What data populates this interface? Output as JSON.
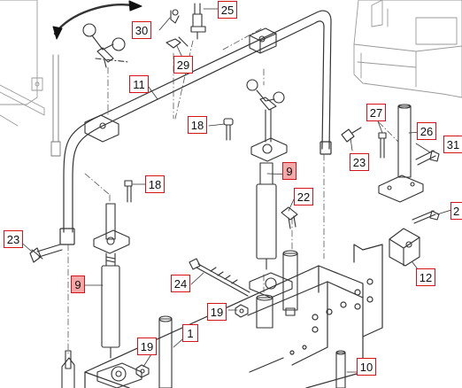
{
  "callouts": {
    "c1": "1",
    "c9a": "9",
    "c9b": "9",
    "c10": "10",
    "c11": "11",
    "c12": "12",
    "c18a": "18",
    "c18b": "18",
    "c19a": "19",
    "c19b": "19",
    "c22": "22",
    "c23a": "23",
    "c23b": "23",
    "c24": "24",
    "c25": "25",
    "c26": "26",
    "c27": "27",
    "c29": "29",
    "c30": "30",
    "c31": "31",
    "c2x": "2"
  },
  "colors": {
    "callout_border": "#d6131b",
    "callout_highlight": "#f4a9a9",
    "line_art": "#333333",
    "ghost_art": "#9a9a9a"
  }
}
